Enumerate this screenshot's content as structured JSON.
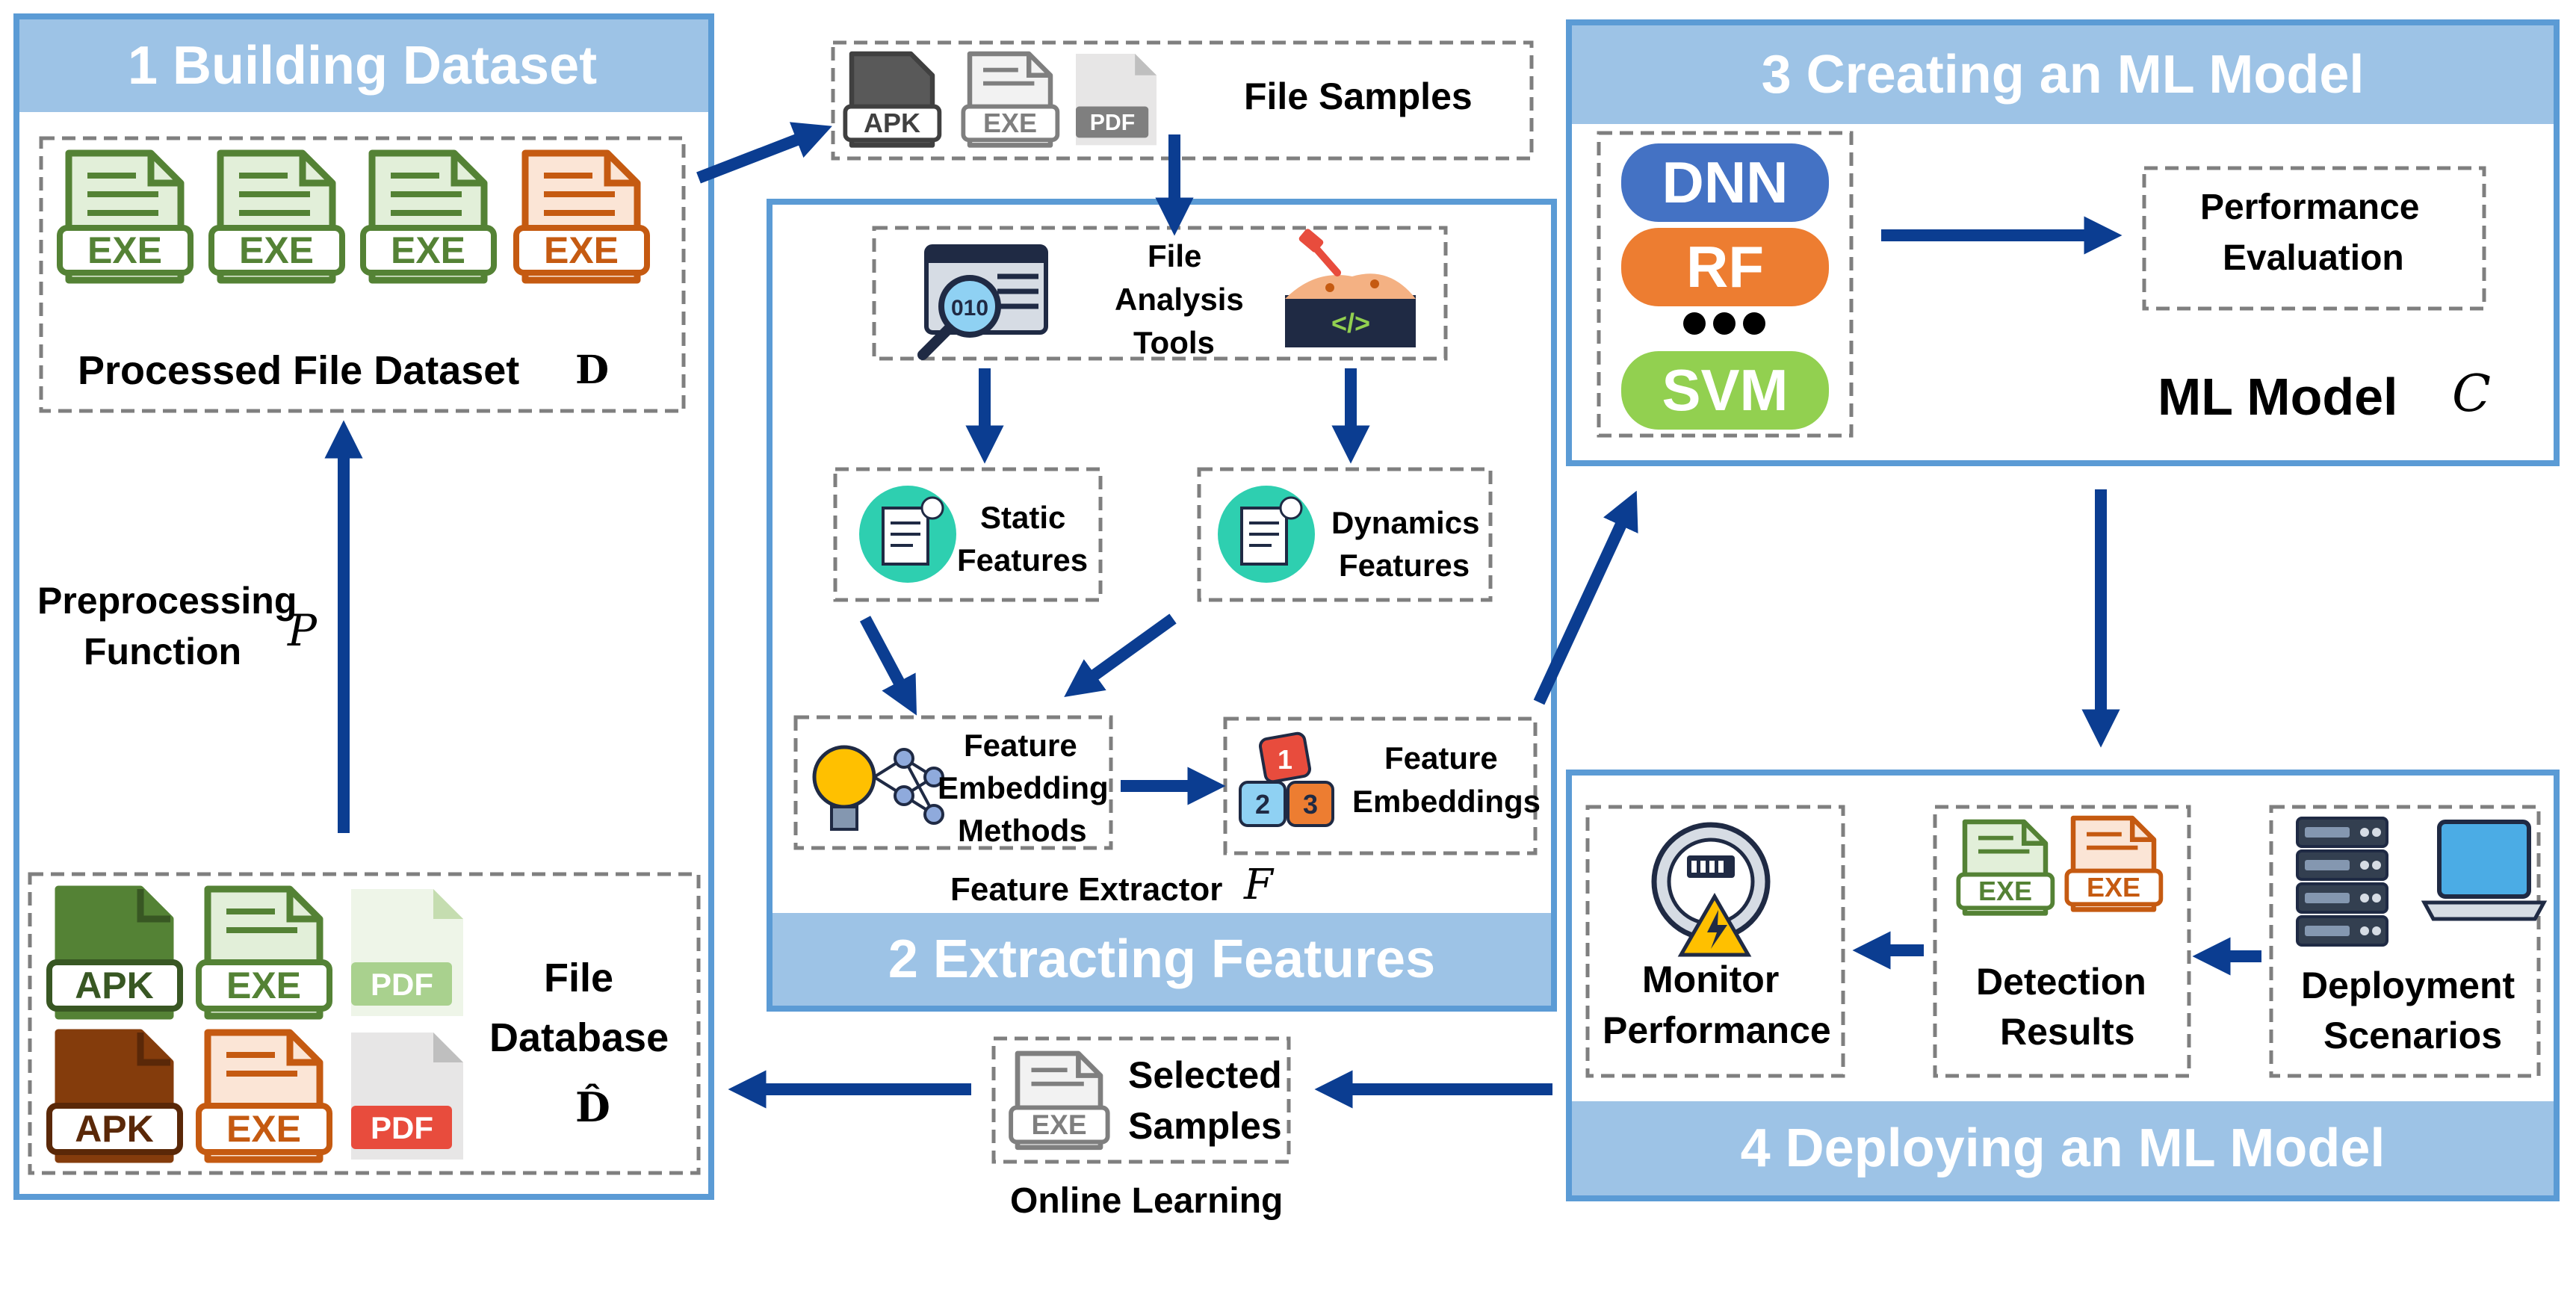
{
  "sections": {
    "building": "1 Building Dataset",
    "extracting": "2 Extracting Features",
    "creating": "3 Creating an ML Model",
    "deploying": "4 Deploying an ML Model"
  },
  "building": {
    "processed_dataset": "Processed File Dataset",
    "processed_symbol": "D",
    "preprocessing_line1": "Preprocessing",
    "preprocessing_line2": "Function",
    "preprocessing_symbol": "P",
    "file_database_line1": "File",
    "file_database_line2": "Database",
    "file_database_symbol": "D̂"
  },
  "file_samples": "File Samples",
  "extracting": {
    "tools_line1": "File",
    "tools_line2": "Analysis",
    "tools_line3": "Tools",
    "static_line1": "Static",
    "static_line2": "Features",
    "dynamic_line1": "Dynamics",
    "dynamic_line2": "Features",
    "embedding_methods_line1": "Feature",
    "embedding_methods_line2": "Embedding",
    "embedding_methods_line3": "Methods",
    "embeddings_line1": "Feature",
    "embeddings_line2": "Embeddings",
    "extractor": "Feature Extractor",
    "extractor_symbol": "F",
    "block_digits": [
      "1",
      "2",
      "3"
    ]
  },
  "model": {
    "dnn": "DNN",
    "rf": "RF",
    "svm": "SVM",
    "performance_line1": "Performance",
    "performance_line2": "Evaluation",
    "ml_model": "ML Model",
    "ml_symbol": "C"
  },
  "deploying": {
    "monitor_line1": "Monitor",
    "monitor_line2": "Performance",
    "detection_line1": "Detection",
    "detection_line2": "Results",
    "deployment_line1": "Deployment",
    "deployment_line2": "Scenarios"
  },
  "online": {
    "selected_line1": "Selected",
    "selected_line2": "Samples",
    "online_learning": "Online Learning"
  },
  "file_icons": {
    "exe": "EXE",
    "apk": "APK",
    "pdf": "PDF"
  },
  "colors": {
    "section_border": "#5B9BD5",
    "section_header": "#9DC3E6",
    "arrow": "#0B3D91",
    "dnn": "#4472C4",
    "rf": "#ED7D31",
    "svm": "#92D050",
    "green_file": "#548235",
    "orange_file": "#C55A11",
    "gray_file": "#7F7F7F",
    "brown_file": "#843C0C",
    "pdf_red": "#E84C3D",
    "teal": "#2ECFB0"
  }
}
